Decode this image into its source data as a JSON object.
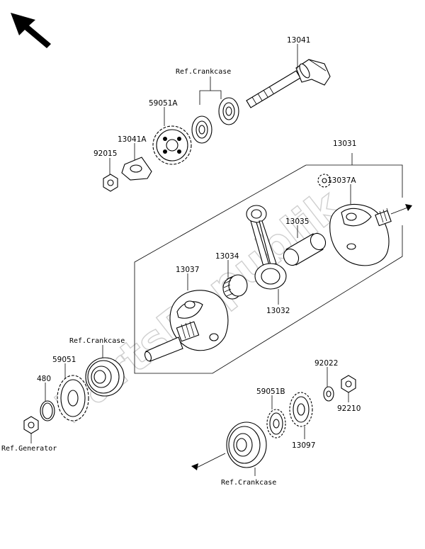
{
  "watermark": "PartsRepublik",
  "labels": {
    "p13041": "13041",
    "ref_crankcase_top": "Ref.Crankcase",
    "p59051A": "59051A",
    "p13041A": "13041A",
    "p92015": "92015",
    "p13031": "13031",
    "p13037A": "13037A",
    "p13035": "13035",
    "p13034": "13034",
    "p13037": "13037",
    "p13032": "13032",
    "ref_crankcase_left": "Ref.Crankcase",
    "p59051": "59051",
    "p480": "480",
    "ref_generator": "Ref.Generator",
    "p92022": "92022",
    "p59051B": "59051B",
    "p92210": "92210",
    "p13097": "13097",
    "ref_crankcase_bottom": "Ref.Crankcase"
  }
}
